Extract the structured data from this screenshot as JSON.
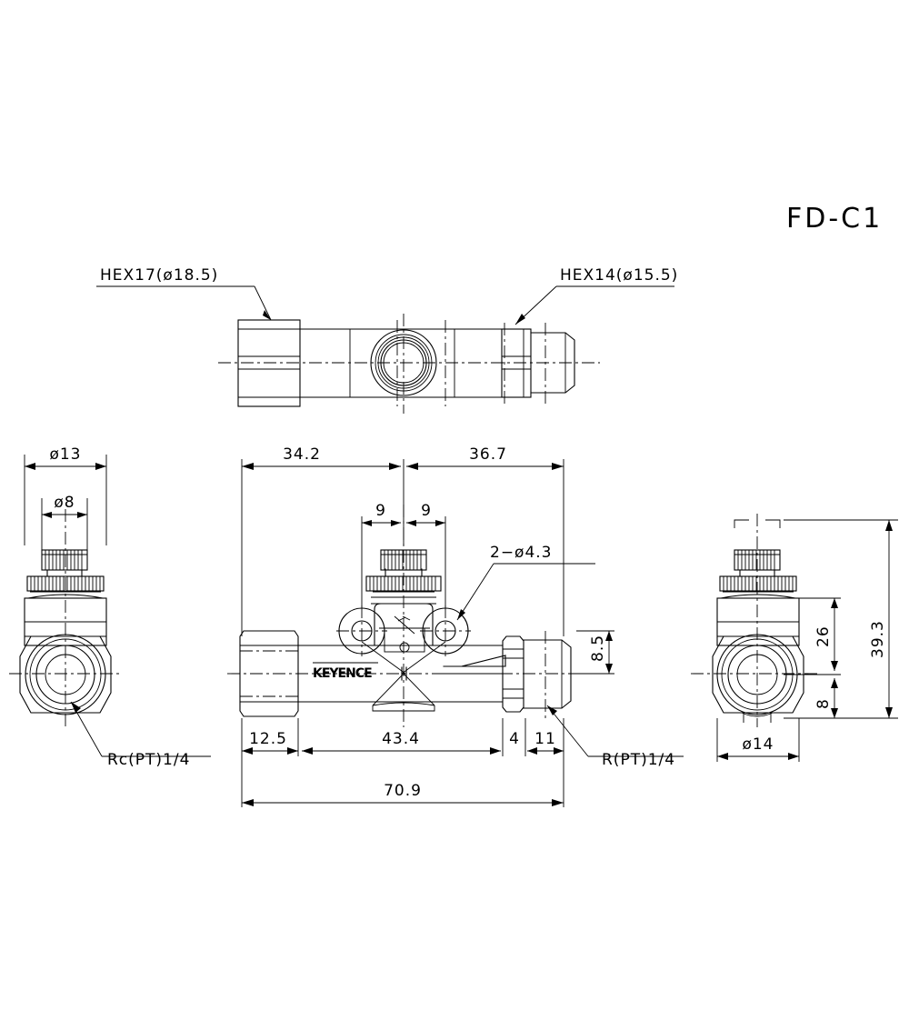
{
  "drawing": {
    "title": "FD-C1",
    "manufacturer_logo": "KEYENCE",
    "callouts": {
      "hex17": "HEX17(ø18.5)",
      "hex14": "HEX14(ø15.5)",
      "holes": "2−ø4.3",
      "port_in": "Rc(PT)1/4",
      "port_out": "R(PT)1/4"
    },
    "dimensions": {
      "top_left_span": "34.2",
      "top_right_span": "36.7",
      "hole_left": "9",
      "hole_right": "9",
      "bottom_left": "12.5",
      "bottom_mid": "43.4",
      "bottom_small": "4",
      "bottom_right": "11",
      "overall_length": "70.9",
      "side_hole_height": "8.5",
      "left_outer_dia": "ø13",
      "left_inner_dia": "ø8",
      "right_height_mid": "26",
      "right_height_low": "8",
      "right_height_total": "39.3",
      "right_width": "ø14"
    }
  }
}
